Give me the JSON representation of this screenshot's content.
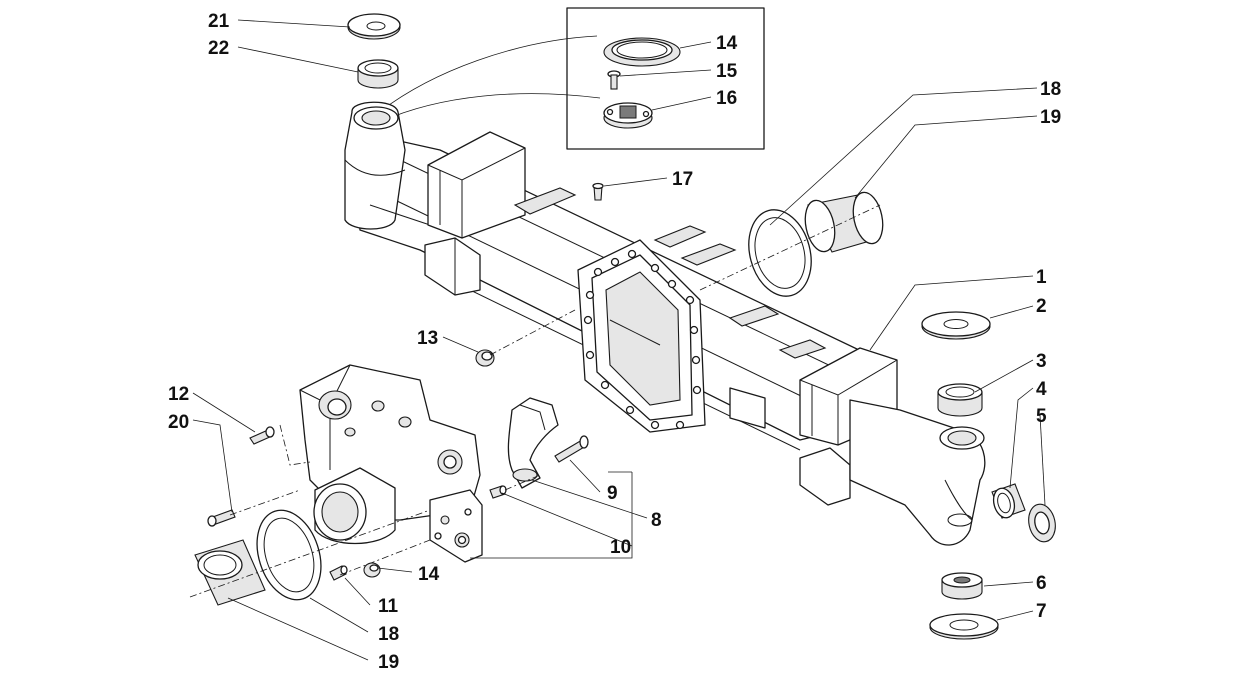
{
  "diagram": {
    "callouts": [
      {
        "id": "c1",
        "label": "1"
      },
      {
        "id": "c2",
        "label": "2"
      },
      {
        "id": "c3",
        "label": "3"
      },
      {
        "id": "c4",
        "label": "4"
      },
      {
        "id": "c5",
        "label": "5"
      },
      {
        "id": "c6",
        "label": "6"
      },
      {
        "id": "c7",
        "label": "7"
      },
      {
        "id": "c8",
        "label": "8"
      },
      {
        "id": "c9",
        "label": "9"
      },
      {
        "id": "c10",
        "label": "10"
      },
      {
        "id": "c11",
        "label": "11"
      },
      {
        "id": "c12",
        "label": "12"
      },
      {
        "id": "c13",
        "label": "13"
      },
      {
        "id": "c14a",
        "label": "14"
      },
      {
        "id": "c14b",
        "label": "14"
      },
      {
        "id": "c15",
        "label": "15"
      },
      {
        "id": "c16",
        "label": "16"
      },
      {
        "id": "c17",
        "label": "17"
      },
      {
        "id": "c18a",
        "label": "18"
      },
      {
        "id": "c18b",
        "label": "18"
      },
      {
        "id": "c19a",
        "label": "19"
      },
      {
        "id": "c19b",
        "label": "19"
      },
      {
        "id": "c20",
        "label": "20"
      },
      {
        "id": "c21",
        "label": "21"
      },
      {
        "id": "c22",
        "label": "22"
      }
    ]
  }
}
